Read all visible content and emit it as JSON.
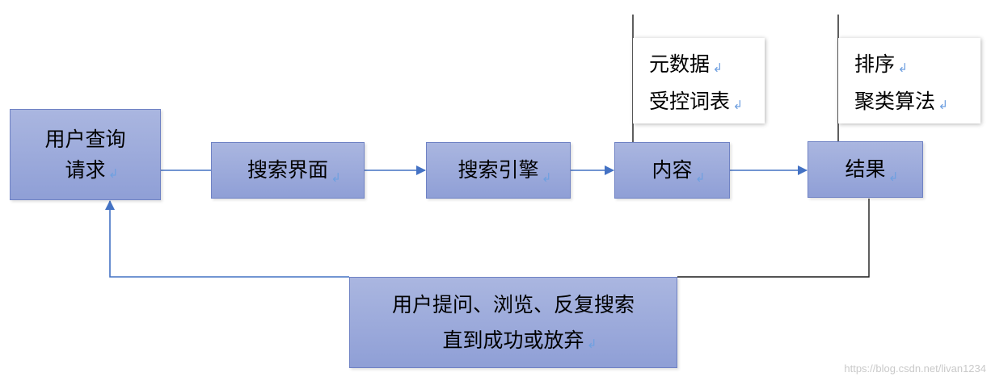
{
  "nodes": {
    "user_query": [
      "用户查询",
      "请求"
    ],
    "search_ui": "搜索界面",
    "search_engine": "搜索引擎",
    "content": "内容",
    "result": "结果",
    "feedback": [
      "用户提问、浏览、反复搜索",
      "直到成功或放弃"
    ]
  },
  "callouts": {
    "content": [
      "元数据",
      "受控词表"
    ],
    "result": [
      "排序",
      "聚类算法"
    ]
  },
  "watermark": "https://blog.csdn.net/livan1234",
  "colors": {
    "box_fill": "#9aa8dc",
    "box_border": "#6f82c4",
    "arrow": "#4472c4",
    "return_mark": "#6fa0e0"
  }
}
